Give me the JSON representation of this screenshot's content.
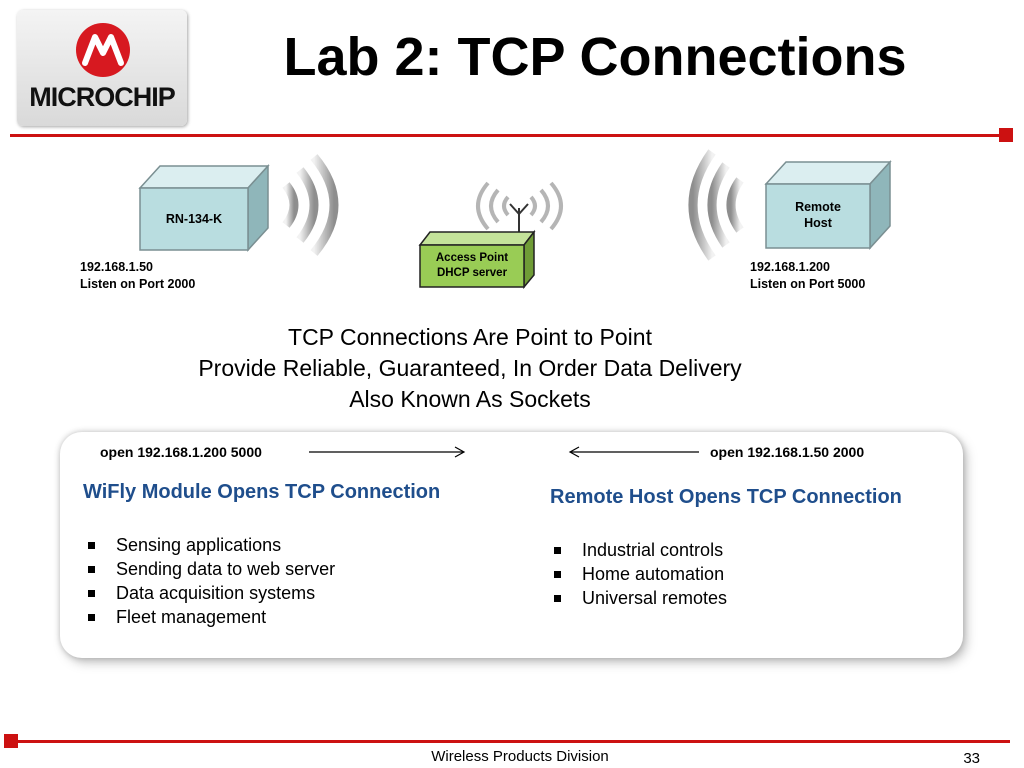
{
  "brand": {
    "logo_text": "MICROCHIP"
  },
  "slide": {
    "title": "Lab 2: TCP Connections"
  },
  "diagram": {
    "module": {
      "label": "RN-134-K",
      "ip": "192.168.1.50",
      "port_text": "Listen on Port 2000"
    },
    "access_point": {
      "line1": "Access Point",
      "line2": "DHCP server"
    },
    "remote_host": {
      "line1": "Remote",
      "line2": "Host",
      "ip": "192.168.1.200",
      "port_text": "Listen on Port 5000"
    }
  },
  "tagline": [
    "TCP Connections Are Point to Point",
    "Provide Reliable, Guaranteed, In Order Data Delivery",
    "Also Known As Sockets"
  ],
  "left_section": {
    "open_cmd": "open 192.168.1.200 5000",
    "heading": "WiFly Module Opens TCP Connection",
    "bullets": [
      "Sensing applications",
      "Sending data to web server",
      "Data acquisition systems",
      "Fleet management"
    ]
  },
  "right_section": {
    "open_cmd": "open 192.168.1.50 2000",
    "heading": "Remote Host Opens TCP Connection",
    "bullets": [
      "Industrial controls",
      "Home automation",
      "Universal remotes"
    ]
  },
  "footer": {
    "division": "Wireless Products Division",
    "page_number": "33"
  },
  "colors": {
    "accent_red": "#cc1111",
    "heading_blue": "#1f4e8c",
    "device_teal": "#b9dde0",
    "ap_green": "#99cc55"
  }
}
